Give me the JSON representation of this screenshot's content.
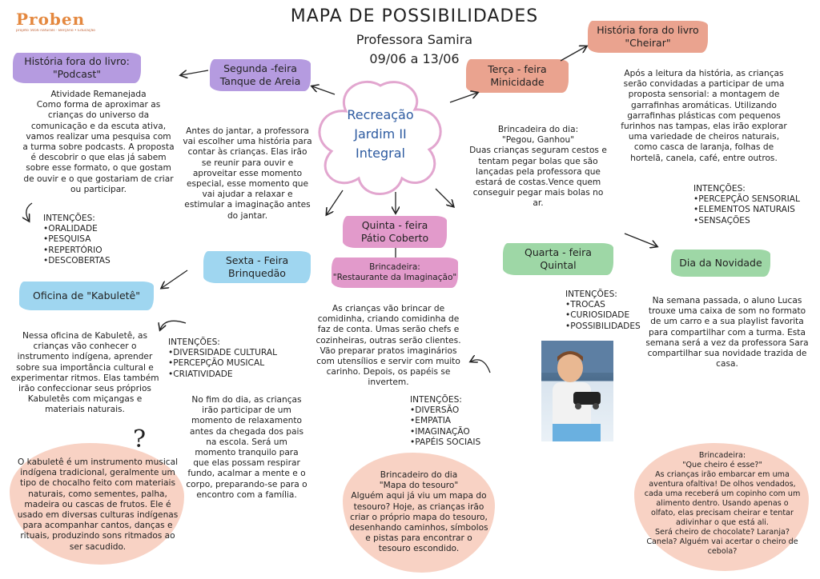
{
  "logo": {
    "name": "Proben",
    "tagline": "projeto 5656 naturals · Berçário • Educação Infantil"
  },
  "header": {
    "title": "MAPA DE POSSIBILIDADES",
    "teacher": "Professora  Samira",
    "dates": "09/06 a 13/06"
  },
  "center": {
    "line1": "Recreação",
    "line2": "Jardim II",
    "line3": "Integral"
  },
  "days": {
    "monday": {
      "line1": "Segunda -feira",
      "line2": "Tanque de Areia"
    },
    "tuesday": {
      "line1": "Terça - feira",
      "line2": "Minicidade"
    },
    "wednesday": {
      "line1": "Quarta - feira",
      "line2": "Quintal"
    },
    "thursday": {
      "line1": "Quinta - feira",
      "line2": "Pátio Coberto"
    },
    "friday": {
      "line1": "Sexta - Feira",
      "line2": "Brinquedão"
    }
  },
  "podcast": {
    "title_line1": "História fora do livro:",
    "title_line2": "\"Podcast\"",
    "text": "Atividade Remanejada\nComo forma de aproximar as crianças do universo da comunicação e da escuta ativa, vamos realizar uma pesquisa com a turma sobre podcasts. A proposta é descobrir o que elas já sabem sobre esse formato, o que gostam de ouvir e o que gostariam de criar ou participar.",
    "intent_title": "INTENÇÕES:",
    "intents": [
      "•ORALIDADE",
      "•PESQUISA",
      "•REPERTÓRIO",
      "•DESCOBERTAS"
    ]
  },
  "monday_text": "Antes do jantar, a professora vai escolher uma história para contar às crianças. Elas irão se reunir para ouvir e aproveitar esse momento especial, esse momento que vai ajudar a relaxar e estimular a imaginação antes do jantar.",
  "cheirar": {
    "title_line1": "História fora do livro",
    "title_line2": "\"Cheirar\"",
    "text": "Após a leitura da história, as crianças serão convidadas a participar de uma proposta sensorial: a montagem de garrafinhas aromáticas. Utilizando garrafinhas plásticas com pequenos furinhos nas tampas, elas irão explorar uma variedade de cheiros naturais, como casca de laranja, folhas de hortelã, canela, café, entre outros.",
    "intent_title": "INTENÇÕES:",
    "intents": [
      "•PERCEPÇÃO SENSORIAL",
      "•ELEMENTOS NATURAIS",
      "•SENSAÇÕES"
    ]
  },
  "tuesday_text": "Brincadeira do dia:\n\"Pegou, Ganhou\"\nDuas crianças seguram cestos e tentam pegar bolas que são lançadas pela professora que estará de costas.Vence quem conseguir pegar mais bolas no ar.",
  "thursday": {
    "label_line1": "Brincadeira:",
    "label_line2": "\"Restaurante da Imaginação\"",
    "text": "As crianças vão brincar de comidinha, criando comidinha de faz de conta. Umas serão chefs e cozinheiras, outras serão clientes. Vão preparar pratos imaginários com utensílios e servir com muito carinho. Depois, os papéis se invertem.",
    "intent_title": "INTENÇÕES:",
    "intents": [
      "•DIVERSÃO",
      "•EMPATIA",
      "•IMAGINAÇÃO",
      "•PAPÉIS SOCIAIS"
    ]
  },
  "wednesday_intents": {
    "intent_title": "INTENÇÕES:",
    "intents": [
      "•TROCAS",
      "•CURIOSIDADE",
      "•POSSIBILIDADES"
    ]
  },
  "novidade": {
    "title": "Dia da Novidade",
    "text": "Na semana passada, o aluno Lucas trouxe uma caixa de som no formato de um carro e a sua playlist favorita para compartilhar com a turma. Esta semana será a vez da professora Sara compartilhar sua novidade trazida de casa."
  },
  "kabulete": {
    "title": "Oficina de \"Kabuletê\"",
    "text": "Nessa oficina de Kabuletê, as crianças vão conhecer o instrumento indígena, aprender sobre sua importância cultural e experimentar ritmos. Elas também irão confeccionar seus próprios Kabuletês com miçangas e materiais naturais.",
    "intent_title": "INTENÇÕES:",
    "intents": [
      "•DIVERSIDADE CULTURAL",
      "•PERCEPÇÃO MUSICAL",
      "•CRIATIVIDADE"
    ],
    "question_mark": "?",
    "info": "O kabuletê é um instrumento musical indígena tradicional, geralmente um tipo de chocalho feito com materiais naturais, como sementes, palha, madeira ou cascas de frutos. Ele é usado em diversas culturas indígenas para acompanhar cantos, danças e rituais, produzindo sons ritmados ao ser sacudido."
  },
  "friday_text": "No fim do dia, as crianças irão participar de um momento de relaxamento antes da chegada dos pais na escola. Será um momento tranquilo para que elas possam respirar fundo, acalmar a mente e o corpo, preparando-se para o encontro com a família.",
  "tesouro": {
    "text": "Brincadeiro do dia\n\"Mapa do tesouro\"\nAlguém aqui já viu um mapa do tesouro? Hoje, as crianças irão criar o próprio mapa do tesouro, desenhando caminhos, símbolos e pistas para encontrar o tesouro escondido."
  },
  "cheiro": {
    "text": "Brincadeira:\n\"Que cheiro é esse?\"\nAs crianças irão embarcar em uma aventura ofaltiva! De olhos vendados, cada uma receberá um copinho com um alimento dentro. Usando apenas o olfato, elas precisam cheirar e tentar adivinhar o que está ali.\nSerá cheiro de chocolate? Laranja? Canela? Alguém vai acertar o cheiro de cebola?"
  },
  "colors": {
    "purple": "#b59be0",
    "salmon": "#eaa38f",
    "green": "#9ed7a6",
    "pink": "#e29acb",
    "blue": "#9fd6f0",
    "peach": "#f8d2c4",
    "center_border": "#e2a6cf"
  }
}
